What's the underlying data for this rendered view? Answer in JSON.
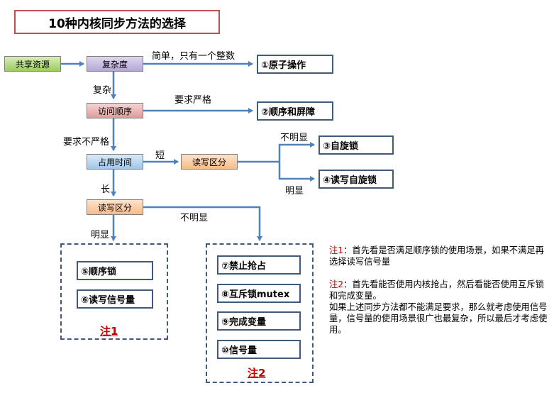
{
  "title": "10种内核同步方法的选择",
  "nodes": {
    "shared": "共享资源",
    "complexity": "复杂度",
    "order": "访问顺序",
    "time": "占用时间",
    "rw1": "读写区分",
    "rw2": "读写区分"
  },
  "labels": {
    "simple": "简单，只有一个整数",
    "complex": "复杂",
    "strict": "要求严格",
    "not_strict": "要求不严格",
    "short": "短",
    "long": "长",
    "not_obvious_1": "不明显",
    "obvious_1": "明显",
    "not_obvious_2": "不明显",
    "obvious_2": "明显"
  },
  "methods": {
    "m1": "①原子操作",
    "m2": "②顺序和屏障",
    "m3": "③自旋锁",
    "m4": "④读写自旋锁",
    "m5": "⑤顺序锁",
    "m6": "⑥读写信号量",
    "m7": "⑦禁止抢占",
    "m8": "⑧互斥锁mutex",
    "m9": "⑨完成变量",
    "m10": "⑩信号量"
  },
  "note_links": {
    "n1": "注1",
    "n2": "注2"
  },
  "notes": {
    "n1_key": "注1",
    "n1_text": "：首先看是否满足顺序锁的使用场景，如果不满足再选择读写信号量",
    "n2_key": "注2",
    "n2_text": "：首先看能否使用内核抢占，然后看能否使用互斥锁和完成变量。",
    "n2_extra": "如果上述同步方法都不能满足要求，那么就考虑使用信号量，信号量的使用场景很广也最复杂，所以最后才考虑使用。"
  },
  "colors": {
    "arrow": "#4f81bd",
    "box_border": "#3e5a80",
    "title_border": "#c0504d",
    "note": "#c00000"
  }
}
